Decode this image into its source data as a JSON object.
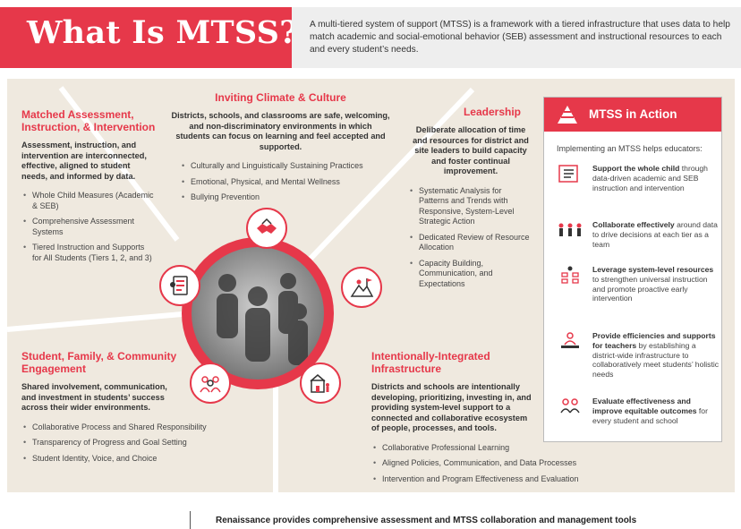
{
  "header": {
    "title": "What Is MTSS?",
    "intro": "A multi-tiered system of support (MTSS) is a framework with a tiered infrastructure that uses data to help match academic and social-emotional behavior (SEB) assessment and instructional resources to each and every student’s needs."
  },
  "sections": {
    "matched": {
      "title": "Matched Assessment, Instruction, & Intervention",
      "desc": "Assessment, instruction, and intervention are interconnected, effective, aligned to student needs, and informed by data.",
      "bullets": [
        "Whole Child Measures (Academic & SEB)",
        "Comprehensive Assessment Systems",
        "Tiered Instruction and Supports for All Students (Tiers 1, 2, and 3)"
      ]
    },
    "climate": {
      "title": "Inviting Climate & Culture",
      "desc": "Districts, schools, and classrooms are safe, welcoming, and non-discriminatory environments in which students can focus on learning and feel accepted and supported.",
      "bullets": [
        "Culturally and Linguistically Sustaining Practices",
        "Emotional, Physical, and Mental Wellness",
        "Bullying Prevention"
      ]
    },
    "leadership": {
      "title": "Leadership",
      "desc": "Deliberate allocation of time and resources for district and site leaders to build capacity and foster continual improvement.",
      "bullets": [
        "Systematic Analysis for Patterns and Trends with Responsive, System-Level Strategic Action",
        "Dedicated Review of Resource Allocation",
        "Capacity Building, Communication, and Expectations"
      ]
    },
    "engagement": {
      "title": "Student, Family, & Community Engagement",
      "desc": "Shared involvement, communication, and investment in students’ success across their wider environments.",
      "bullets": [
        "Collaborative Process and Shared Responsibility",
        "Transparency of Progress and Goal Setting",
        "Student Identity, Voice, and Choice"
      ]
    },
    "infrastructure": {
      "title": "Intentionally-Integrated Infrastructure",
      "desc": "Districts and schools are intentionally developing, prioritizing, investing in, and providing system-level support to a connected and collaborative ecosystem of people, processes, and tools.",
      "bullets": [
        "Collaborative Professional Learning",
        "Aligned Policies, Communication, and Data Processes",
        "Intervention and Program Effectiveness and Evaluation"
      ]
    }
  },
  "sidebar": {
    "title": "MTSS in Action",
    "intro": "Implementing an MTSS helps educators:",
    "items": [
      {
        "icon": "checklist-icon",
        "bold": "Support the whole child",
        "rest": " through data-driven academic and SEB instruction and intervention"
      },
      {
        "icon": "team-icon",
        "bold": "Collaborate effectively",
        "rest": " around data to drive decisions at each tier as a team"
      },
      {
        "icon": "classroom-icon",
        "bold": "Leverage system-level resources",
        "rest": " to strengthen universal instruction and promote proactive early intervention"
      },
      {
        "icon": "teacher-icon",
        "bold": "Provide efficiencies and supports for teachers",
        "rest": " by establishing a district-wide infrastructure to collaboratively meet students’ holistic needs"
      },
      {
        "icon": "students-icon",
        "bold": "Evaluate effectiveness and improve equitable outcomes",
        "rest": " for every student and school"
      }
    ]
  },
  "footer": {
    "text": "Renaissance provides comprehensive assessment and MTSS collaboration and management tools"
  },
  "colors": {
    "accent": "#e6384a",
    "panel": "#efe9df"
  }
}
